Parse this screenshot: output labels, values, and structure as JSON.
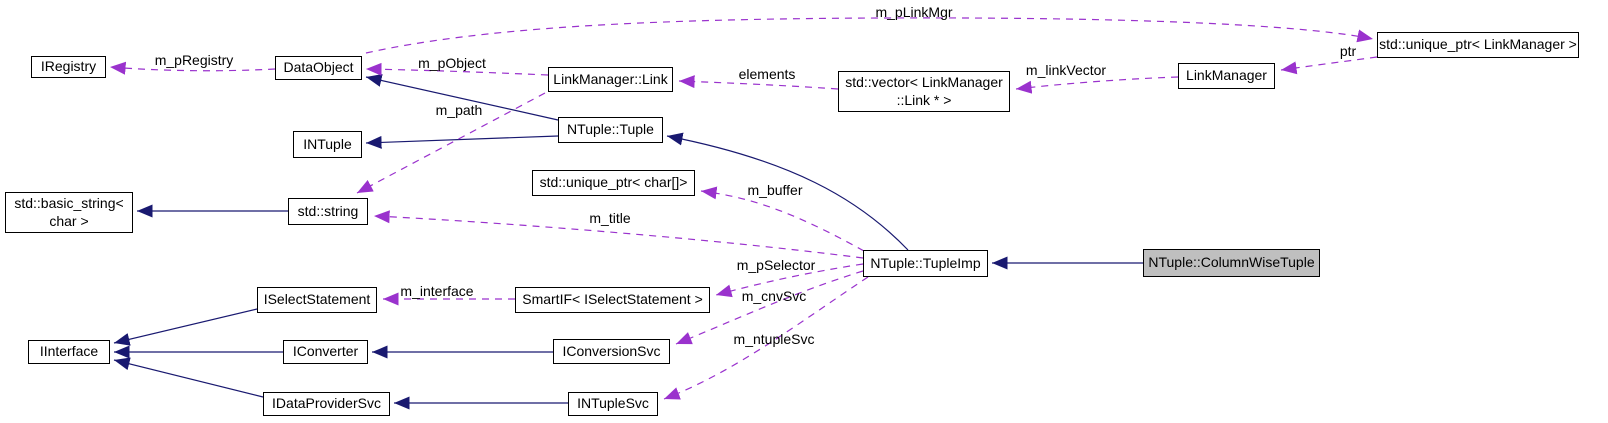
{
  "diagram": {
    "type": "collaboration-class-diagram",
    "colors": {
      "solid_edge": "#191970",
      "dashed_edge": "#9a32cd",
      "node_border": "#000000",
      "node_fill": "#ffffff",
      "highlighted_node_fill": "#bfbfbf",
      "text": "#000000"
    },
    "nodes": [
      {
        "id": "iregistry",
        "label": "IRegistry"
      },
      {
        "id": "dataobject",
        "label": "DataObject"
      },
      {
        "id": "linkmanager-link",
        "label": "LinkManager::Link"
      },
      {
        "id": "std-vector-linkmanager-link",
        "label": "std::vector< LinkManager\n::Link * >"
      },
      {
        "id": "linkmanager",
        "label": "LinkManager"
      },
      {
        "id": "std-unique-ptr-linkmanager",
        "label": "std::unique_ptr< LinkManager >"
      },
      {
        "id": "intuple",
        "label": "INTuple"
      },
      {
        "id": "ntuple-tuple",
        "label": "NTuple::Tuple"
      },
      {
        "id": "std-unique-ptr-char-array",
        "label": "std::unique_ptr< char[]>"
      },
      {
        "id": "std-string",
        "label": "std::string"
      },
      {
        "id": "std-basic-string-char",
        "label": "std::basic_string<\nchar >"
      },
      {
        "id": "ntuple-tupleimp",
        "label": "NTuple::TupleImp"
      },
      {
        "id": "ntuple-columnwisetuple",
        "label": "NTuple::ColumnWiseTuple",
        "highlighted": true
      },
      {
        "id": "iselectstatement",
        "label": "ISelectStatement"
      },
      {
        "id": "smartif-iselectstatement",
        "label": "SmartIF< ISelectStatement >"
      },
      {
        "id": "iinterface",
        "label": "IInterface"
      },
      {
        "id": "iconverter",
        "label": "IConverter"
      },
      {
        "id": "iconversionsvc",
        "label": "IConversionSvc"
      },
      {
        "id": "idataprovidersvc",
        "label": "IDataProviderSvc"
      },
      {
        "id": "intuplesvc",
        "label": "INTupleSvc"
      }
    ],
    "edge_labels": [
      {
        "id": "m-pregistry",
        "text": "m_pRegistry"
      },
      {
        "id": "m-pobject",
        "text": "m_pObject"
      },
      {
        "id": "m-plinkmgr",
        "text": "m_pLinkMgr"
      },
      {
        "id": "elements",
        "text": "elements"
      },
      {
        "id": "m-linkvector",
        "text": "m_linkVector"
      },
      {
        "id": "ptr",
        "text": "ptr"
      },
      {
        "id": "m-path",
        "text": "m_path"
      },
      {
        "id": "m-buffer",
        "text": "m_buffer"
      },
      {
        "id": "m-title",
        "text": "m_title"
      },
      {
        "id": "m-pselector",
        "text": "m_pSelector"
      },
      {
        "id": "m-cnvsvc",
        "text": "m_cnvSvc"
      },
      {
        "id": "m-ntuplesvc",
        "text": "m_ntupleSvc"
      },
      {
        "id": "m-interface",
        "text": "m_interface"
      }
    ]
  }
}
